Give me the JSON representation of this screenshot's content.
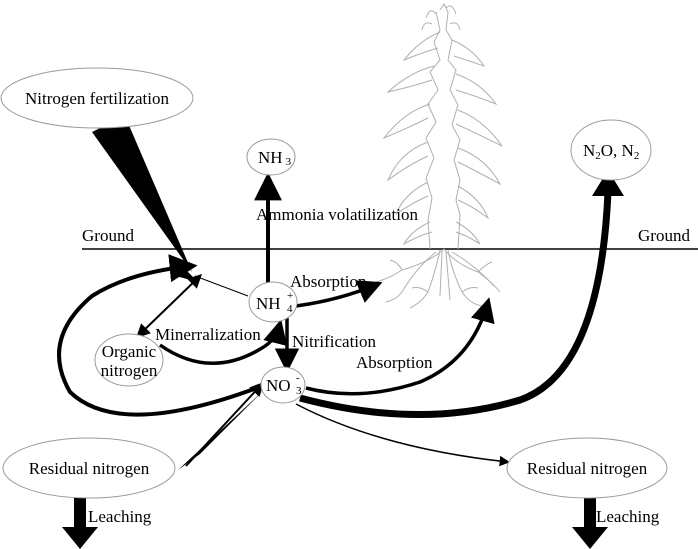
{
  "nodes": {
    "nitrogen_fertilization": "Nitrogen fertilization",
    "nh3": {
      "base": "NH",
      "sub": "3"
    },
    "n2o_n2": {
      "a": "N",
      "a_sub": "2",
      "b": "O, N",
      "b_sub": "2"
    },
    "nh4": {
      "base": "NH",
      "sup": "+",
      "sub": "4"
    },
    "no3": {
      "base": "NO",
      "sup": "-",
      "sub": "3"
    },
    "organic_nitrogen": [
      "Organic",
      "nitrogen"
    ],
    "residual_nitrogen_left": "Residual nitrogen",
    "residual_nitrogen_right": "Residual nitrogen"
  },
  "labels": {
    "ground_left": "Ground",
    "ground_right": "Ground",
    "ammonia_volatilization": "Ammonia volatilization",
    "absorption_upper": "Absorption",
    "absorption_lower": "Absorption",
    "mineralization": "Minerralization",
    "nitrification": "Nitrification",
    "leaching_left": "Leaching",
    "leaching_right": "Leaching"
  },
  "colors": {
    "line": "#000000",
    "bubble_stroke": "#9a9a9a",
    "plant": "#b0b0b0"
  }
}
